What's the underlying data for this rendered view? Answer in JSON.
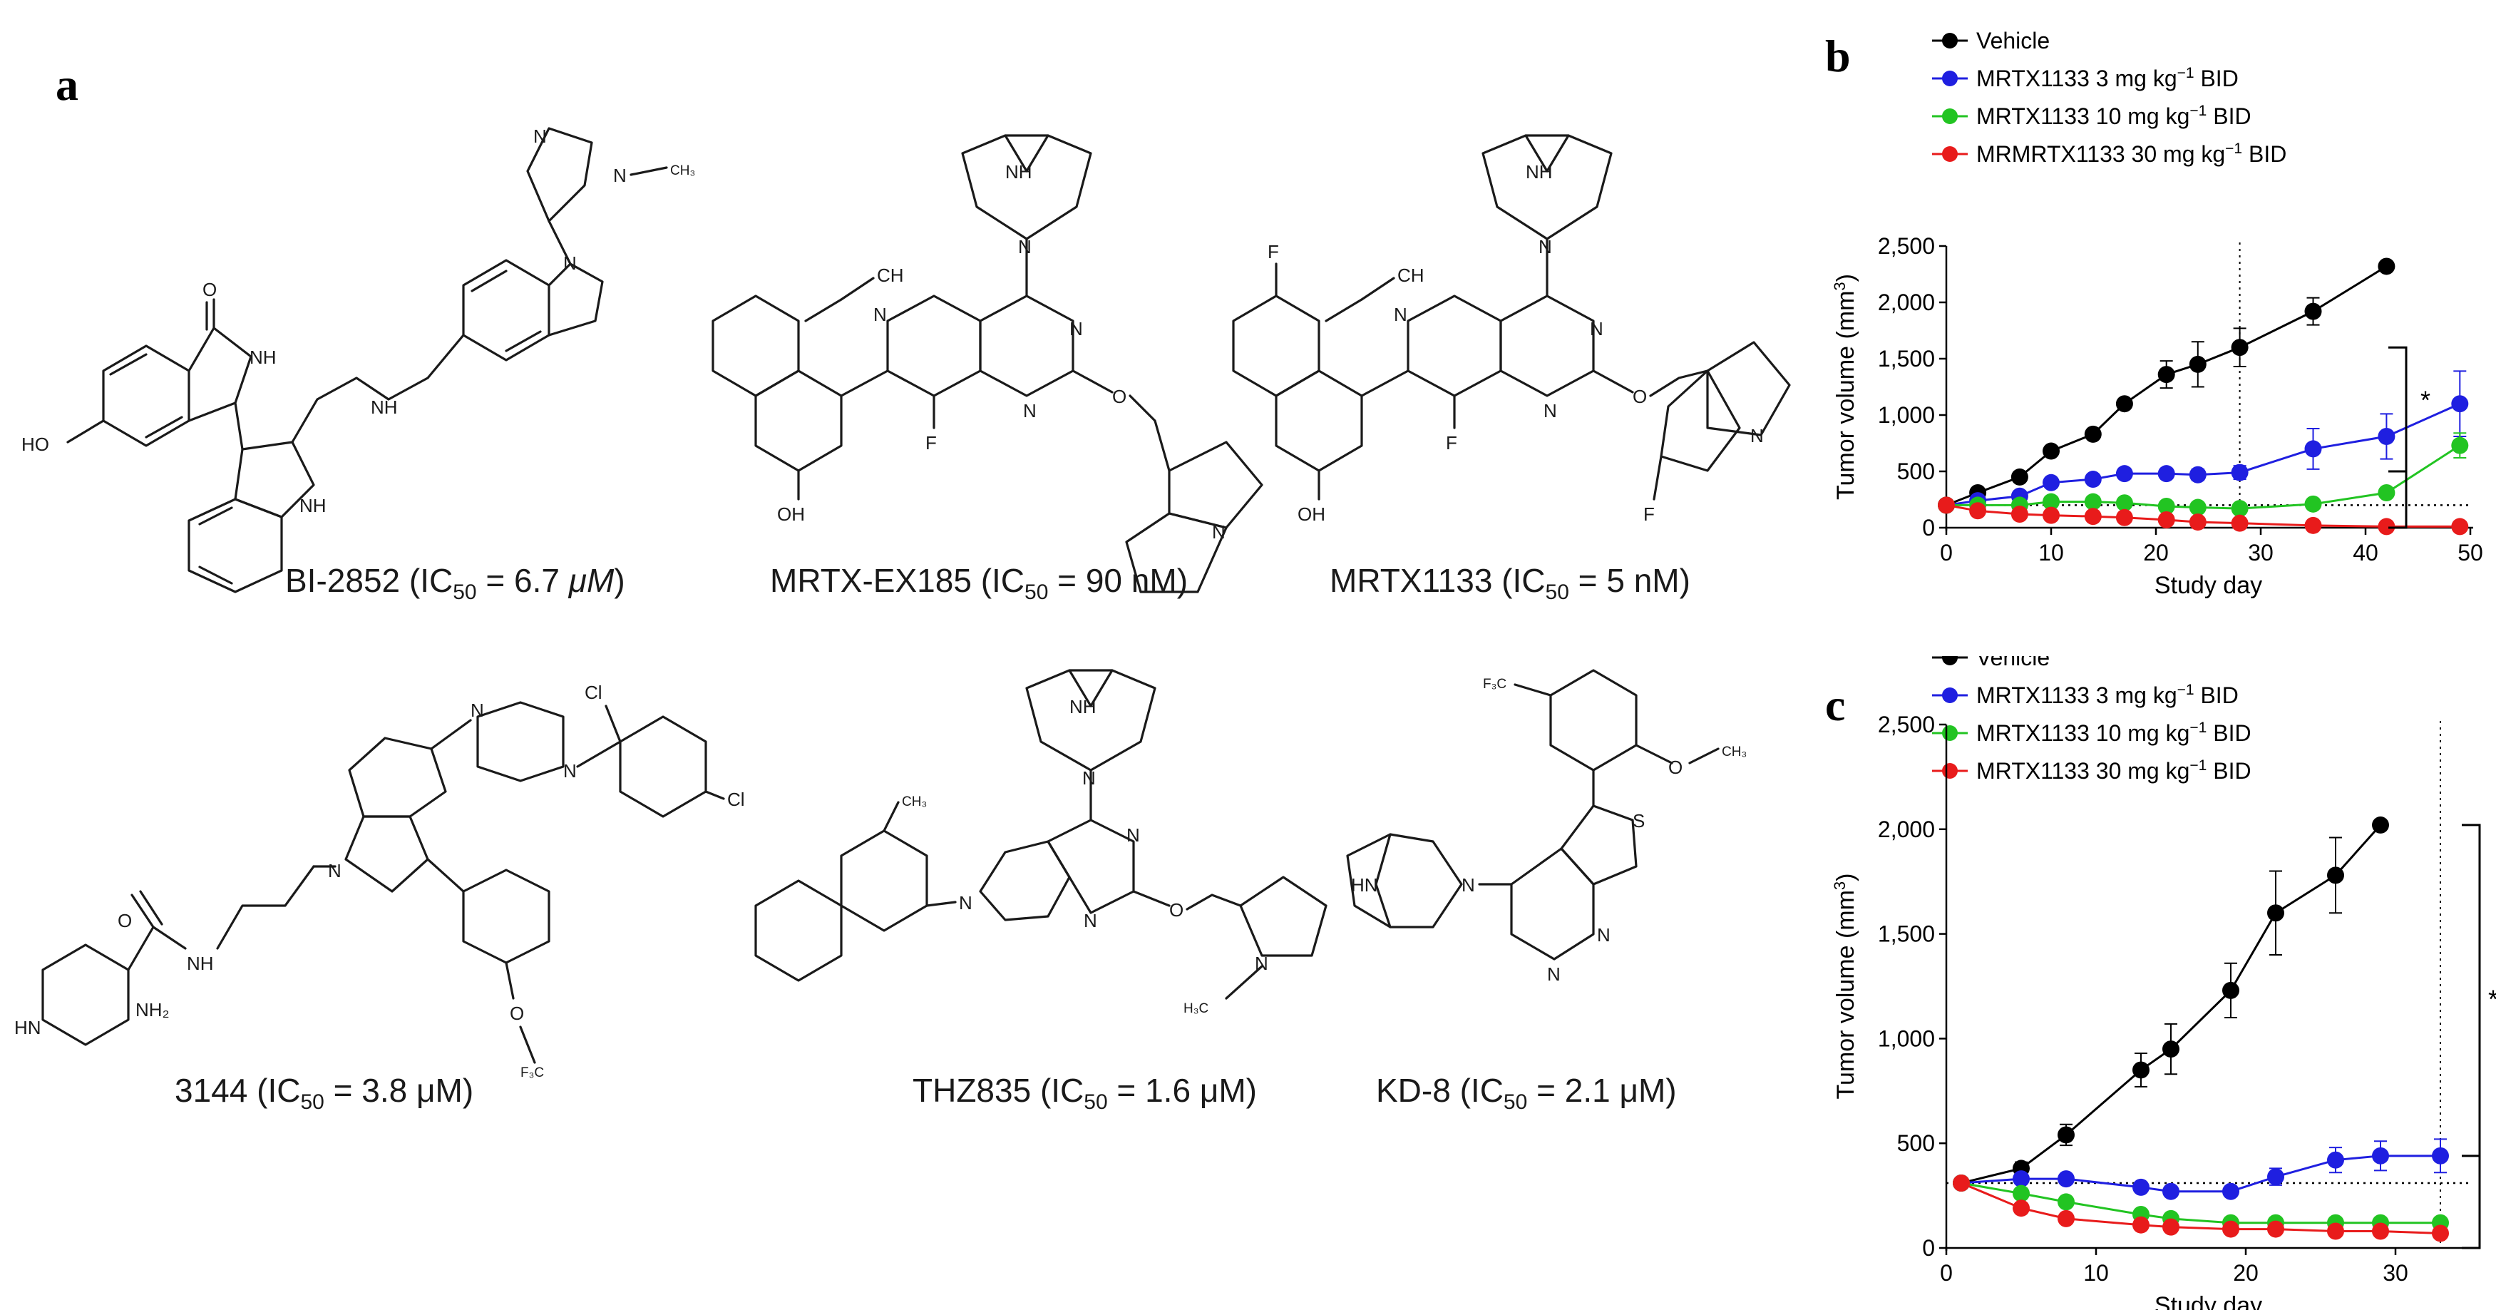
{
  "panel_labels": {
    "a": "a",
    "b": "b",
    "c": "c"
  },
  "compounds": [
    {
      "id": "bi2852",
      "name": "BI-2852",
      "ic50": "6.7",
      "unit": "μM"
    },
    {
      "id": "mrtxex185",
      "name": "MRTX-EX185",
      "ic50": "90",
      "unit": "nM"
    },
    {
      "id": "mrtx1133",
      "name": "MRTX1133",
      "ic50": "5",
      "unit": "nM"
    },
    {
      "id": "c3144",
      "name": "3144",
      "ic50": "3.8",
      "unit": "μM"
    },
    {
      "id": "thz835",
      "name": "THZ835",
      "ic50": "1.6",
      "unit": "μM"
    },
    {
      "id": "kd8",
      "name": "KD-8",
      "ic50": "2.1",
      "unit": "μM"
    }
  ],
  "atom_labels": {
    "nh": "NH",
    "n": "N",
    "o": "O",
    "f": "F",
    "oh": "OH",
    "ho": "HO",
    "ch": "CH",
    "ch3": "CH",
    "h3c": "H",
    "cl": "Cl",
    "nh2": "NH",
    "hn": "HN",
    "f3c": "F",
    "s": "S"
  },
  "chart_data": [
    {
      "type": "line",
      "panel": "b",
      "xlabel": "Study day",
      "ylabel": "Tumor volume (mm",
      "ylabel_sup": "3",
      "ylabel_end": ")",
      "xlim": [
        0,
        50
      ],
      "ylim": [
        0,
        2500
      ],
      "xticks": [
        0,
        10,
        20,
        30,
        40,
        50
      ],
      "yticks": [
        0,
        500,
        1000,
        1500,
        2000,
        2500
      ],
      "ytick_labels": [
        "0",
        "500",
        "1,000",
        "1,500",
        "2,000",
        "2,500"
      ],
      "legend_position": "top-right",
      "dotted_vline_x": 28,
      "dotted_hline_y": 200,
      "significance": "*",
      "series": [
        {
          "name": "Vehicle",
          "color": "#000000",
          "x": [
            0,
            3,
            7,
            10,
            14,
            17,
            21,
            24,
            28,
            35,
            42
          ],
          "y": [
            200,
            310,
            450,
            680,
            830,
            1100,
            1360,
            1450,
            1600,
            1920,
            2320
          ],
          "err": [
            0,
            20,
            30,
            40,
            40,
            40,
            120,
            200,
            170,
            120,
            0
          ]
        },
        {
          "name": "MRTX1133 3 mg kg−1 BID",
          "color": "#1f1fe0",
          "x": [
            0,
            3,
            7,
            10,
            14,
            17,
            21,
            24,
            28,
            35,
            42,
            49
          ],
          "y": [
            200,
            240,
            280,
            400,
            430,
            480,
            480,
            470,
            490,
            700,
            810,
            1100
          ],
          "err": [
            0,
            20,
            20,
            40,
            40,
            40,
            40,
            50,
            60,
            180,
            200,
            290
          ]
        },
        {
          "name": "MRTX1133 10 mg kg−1 BID",
          "color": "#22c422",
          "x": [
            0,
            3,
            7,
            10,
            14,
            17,
            21,
            24,
            28,
            35,
            42,
            49
          ],
          "y": [
            200,
            200,
            200,
            230,
            230,
            220,
            190,
            180,
            170,
            210,
            310,
            730
          ],
          "err": [
            0,
            15,
            15,
            20,
            20,
            20,
            15,
            15,
            15,
            20,
            30,
            110
          ]
        },
        {
          "name": "MRMRTX1133 30 mg kg−1 BID",
          "color": "#e81b1b",
          "x": [
            0,
            3,
            7,
            10,
            14,
            17,
            21,
            24,
            28,
            35,
            42,
            49
          ],
          "y": [
            200,
            150,
            120,
            110,
            100,
            90,
            70,
            50,
            40,
            20,
            10,
            10
          ],
          "err": [
            0,
            15,
            10,
            10,
            10,
            10,
            10,
            10,
            10,
            5,
            5,
            5
          ]
        }
      ]
    },
    {
      "type": "line",
      "panel": "c",
      "xlabel": "Study day",
      "ylabel": "Tumor volume (mm",
      "ylabel_sup": "3",
      "ylabel_end": ")",
      "xlim": [
        0,
        35
      ],
      "ylim": [
        0,
        2500
      ],
      "xticks": [
        0,
        10,
        20,
        30
      ],
      "yticks": [
        0,
        500,
        1000,
        1500,
        2000,
        2500
      ],
      "ytick_labels": [
        "0",
        "500",
        "1,000",
        "1,500",
        "2,000",
        "2,500"
      ],
      "legend_position": "top-right",
      "dotted_vline_x": 33,
      "dotted_hline_y": 310,
      "significance": "*",
      "series": [
        {
          "name": "Vehicle",
          "color": "#000000",
          "x": [
            1,
            5,
            8,
            13,
            15,
            19,
            22,
            26,
            29
          ],
          "y": [
            310,
            380,
            540,
            850,
            950,
            1230,
            1600,
            1780,
            2020
          ],
          "err": [
            0,
            30,
            50,
            80,
            120,
            130,
            200,
            180,
            0
          ]
        },
        {
          "name": "MRTX1133 3 mg kg−1 BID",
          "color": "#1f1fe0",
          "x": [
            1,
            5,
            8,
            13,
            15,
            19,
            22,
            26,
            29,
            33
          ],
          "y": [
            310,
            330,
            330,
            290,
            270,
            270,
            340,
            420,
            440,
            440
          ],
          "err": [
            0,
            20,
            20,
            20,
            20,
            20,
            40,
            60,
            70,
            80
          ]
        },
        {
          "name": "MRTX1133 10 mg kg−1 BID",
          "color": "#22c422",
          "x": [
            1,
            5,
            8,
            13,
            15,
            19,
            22,
            26,
            29,
            33
          ],
          "y": [
            310,
            260,
            220,
            160,
            140,
            120,
            120,
            120,
            120,
            120
          ],
          "err": [
            0,
            15,
            15,
            15,
            15,
            10,
            10,
            10,
            10,
            10
          ]
        },
        {
          "name": "MRTX1133 30 mg kg−1 BID",
          "color": "#e81b1b",
          "x": [
            1,
            5,
            8,
            13,
            15,
            19,
            22,
            26,
            29,
            33
          ],
          "y": [
            310,
            190,
            140,
            110,
            100,
            90,
            90,
            80,
            80,
            70
          ],
          "err": [
            0,
            15,
            15,
            10,
            10,
            10,
            10,
            10,
            10,
            10
          ]
        }
      ]
    }
  ]
}
